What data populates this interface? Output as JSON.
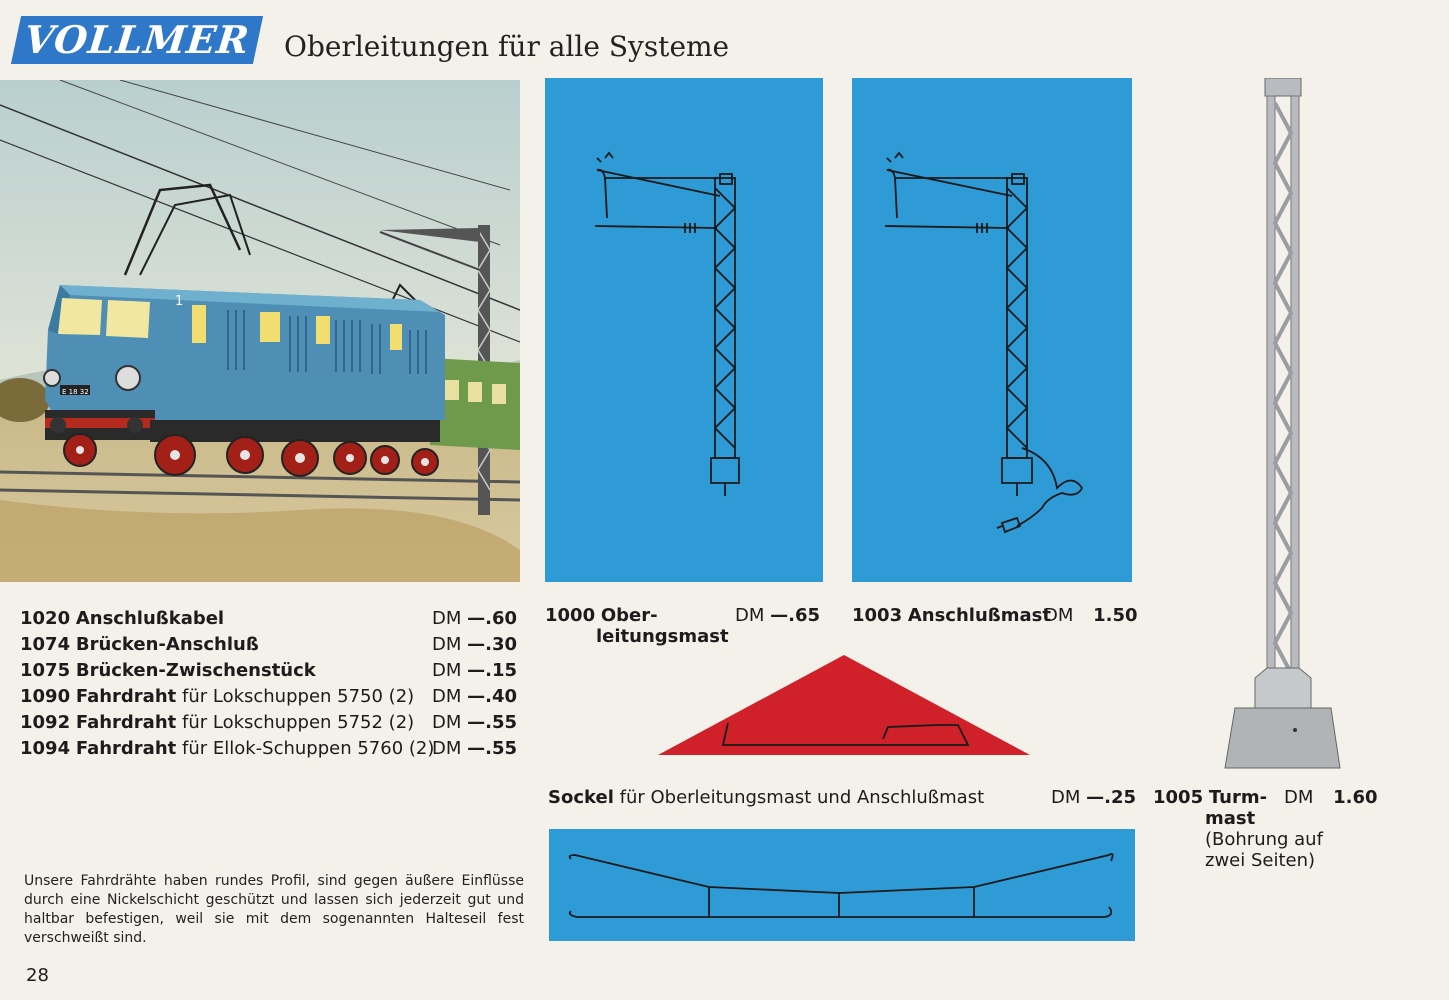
{
  "header": {
    "brand": "VOLLMER",
    "title": "Oberleitungen für alle Systeme"
  },
  "price_list": [
    {
      "no": "1020",
      "name": "Anschlußkabel",
      "desc": "",
      "currency": "DM",
      "price": "—.60"
    },
    {
      "no": "1074",
      "name": "Brücken-Anschluß",
      "desc": "",
      "currency": "DM",
      "price": "—.30"
    },
    {
      "no": "1075",
      "name": "Brücken-Zwischenstück",
      "desc": "",
      "currency": "DM",
      "price": "—.15"
    },
    {
      "no": "1090",
      "name": "Fahrdraht",
      "desc": "für Lokschuppen 5750 (2)",
      "currency": "DM",
      "price": "—.40"
    },
    {
      "no": "1092",
      "name": "Fahrdraht",
      "desc": "für Lokschuppen 5752 (2)",
      "currency": "DM",
      "price": "—.55"
    },
    {
      "no": "1094",
      "name": "Fahrdraht",
      "desc": "für Ellok-Schuppen 5760 (2)",
      "currency": "DM",
      "price": "—.55"
    }
  ],
  "products": {
    "mast_1000": {
      "no": "1000",
      "name_line1": "Ober-",
      "name_line2": "leitungsmast",
      "currency": "DM",
      "price": "—.65"
    },
    "mast_1003": {
      "no": "1003",
      "name": "Anschlußmast",
      "currency": "DM",
      "price": "1.50"
    },
    "mast_1005": {
      "no": "1005",
      "name_line1": "Turm-",
      "name_line2": "mast",
      "note_line1": "(Bohrung auf",
      "note_line2": "zwei Seiten)",
      "currency": "DM",
      "price": "1.60"
    },
    "sockel": {
      "name": "Sockel",
      "desc": "für Oberleitungsmast und Anschlußmast",
      "currency": "DM",
      "price": "—.25"
    }
  },
  "note": "Unsere Fahrdrähte haben rundes Profil, sind gegen äußere Einflüsse durch eine Nickelschicht geschützt und lassen sich jederzeit gut und haltbar befestigen, weil sie mit dem sogenannten Halteseil fest verschweißt sind.",
  "painting": {
    "loco_number": "1",
    "plate": "E 18 32"
  },
  "page_number": "28",
  "colors": {
    "page": "#f4f1ea",
    "brand_blue": "#2f77c8",
    "panel_blue": "#2e9ad6",
    "sockel_red": "#d0202a",
    "loco_blue": "#4f8fb5"
  }
}
